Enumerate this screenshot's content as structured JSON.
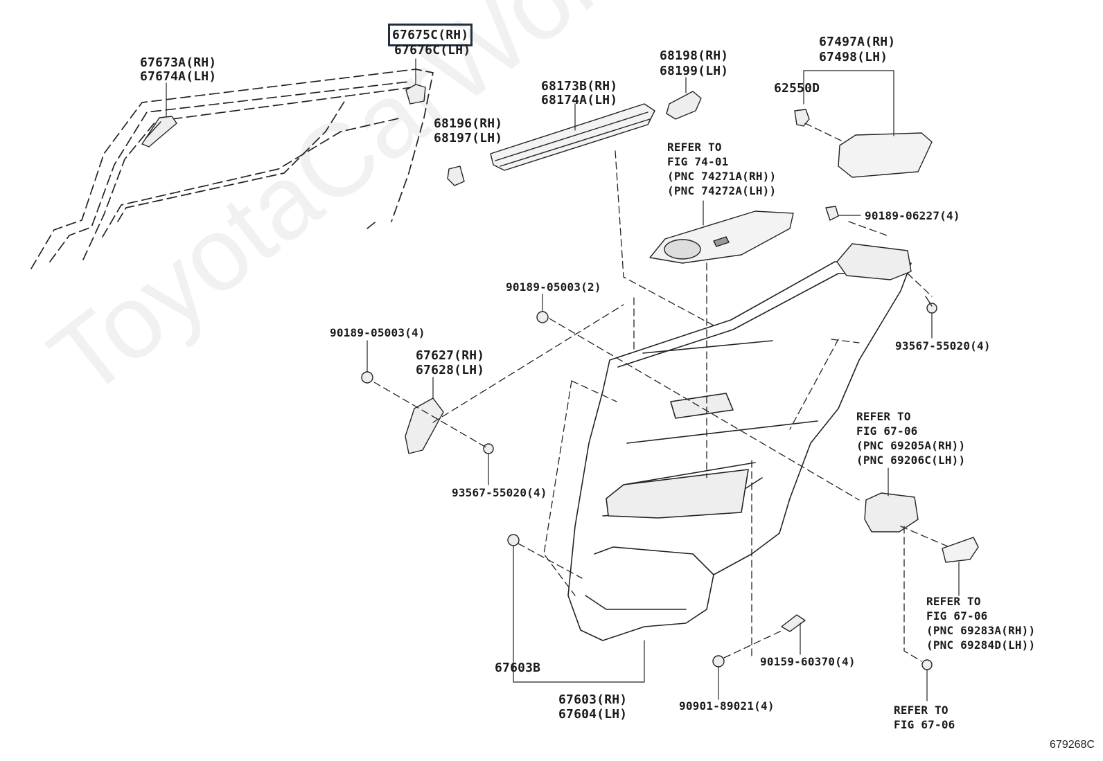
{
  "watermark": "ToyotaCarWorld.ru",
  "figure_code": "679268C",
  "labels": {
    "p67675c": "67675C(RH)",
    "p67676c": "67676C(LH)",
    "p67673a": "67673A(RH)",
    "p67674a": "67674A(LH)",
    "p68198": "68198(RH)",
    "p68199": "68199(LH)",
    "p67497a": "67497A(RH)",
    "p67498": "67498(LH)",
    "p62550d": "62550D",
    "p68173b": "68173B(RH)",
    "p68174a": "68174A(LH)",
    "p68196": "68196(RH)",
    "p68197": "68197(LH)",
    "ref7401_1": "REFER TO",
    "ref7401_2": "FIG 74-01",
    "ref7401_3": "(PNC 74271A(RH))",
    "ref7401_4": "(PNC 74272A(LH))",
    "p90189_06227": "90189-06227(4)",
    "p90189_05003_2": "90189-05003(2)",
    "p90189_05003_4": "90189-05003(4)",
    "p67627": "67627(RH)",
    "p67628": "67628(LH)",
    "p93567_right": "93567-55020(4)",
    "p93567_left": "93567-55020(4)",
    "ref6706a_1": "REFER TO",
    "ref6706a_2": "FIG 67-06",
    "ref6706a_3": "(PNC 69205A(RH))",
    "ref6706a_4": "(PNC 69206C(LH))",
    "ref6706b_1": "REFER TO",
    "ref6706b_2": "FIG 67-06",
    "ref6706b_3": "(PNC 69283A(RH))",
    "ref6706b_4": "(PNC 69284D(LH))",
    "p67603b": "67603B",
    "p90159": "90159-60370(4)",
    "p67603": "67603(RH)",
    "p67604": "67604(LH)",
    "p90901": "90901-89021(4)",
    "ref6706c_1": "REFER TO",
    "ref6706c_2": "FIG 67-06"
  }
}
